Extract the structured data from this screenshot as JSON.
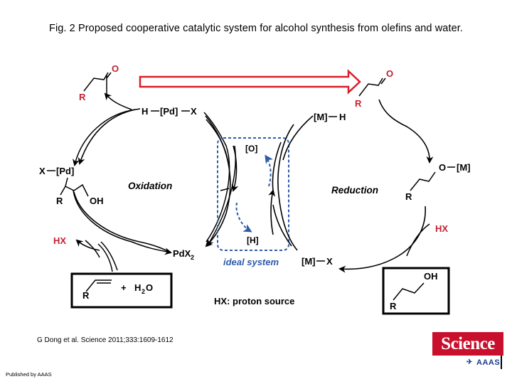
{
  "figure": {
    "title": "Fig. 2 Proposed cooperative catalytic system for alcohol synthesis from olefins and water."
  },
  "diagram": {
    "left_cycle": {
      "label": "Oxidation",
      "pd_hydride": {
        "h": "H",
        "pd": "[Pd]",
        "x": "X"
      },
      "pd_alkyl": {
        "x": "X",
        "pd": "[Pd]",
        "r": "R",
        "oh": "OH"
      },
      "pdx2": "PdX",
      "pdx2_sub": "2",
      "hx": "HX"
    },
    "right_cycle": {
      "label": "Reduction",
      "m_hydride": {
        "m": "[M]",
        "h": "H"
      },
      "m_alkoxide": {
        "o": "O",
        "m": "[M]",
        "r": "R"
      },
      "m_x": {
        "m": "[M]",
        "x": "X"
      },
      "hx": "HX"
    },
    "center": {
      "oxidant": "[O]",
      "hydride": "[H]",
      "ideal_label": "ideal system"
    },
    "aldehyde_left": {
      "o": "O",
      "r": "R"
    },
    "aldehyde_right": {
      "o": "O",
      "r": "R"
    },
    "start_box": {
      "r": "R",
      "plus": "+",
      "h2o_h": "H",
      "h2o_sub": "2",
      "h2o_o": "O"
    },
    "product_box": {
      "oh": "OH",
      "r": "R"
    },
    "hx_note": "HX: proton source",
    "colors": {
      "hx_red": "#c42032",
      "bold_arrow_red": "#d81f2a",
      "dashed_blue": "#2f5aa8"
    }
  },
  "footer": {
    "citation": "G Dong et al. Science 2011;333:1609-1612",
    "published": "Published by AAAS"
  },
  "logo": {
    "main": "Science",
    "mark": "✈",
    "org": "AAAS"
  }
}
